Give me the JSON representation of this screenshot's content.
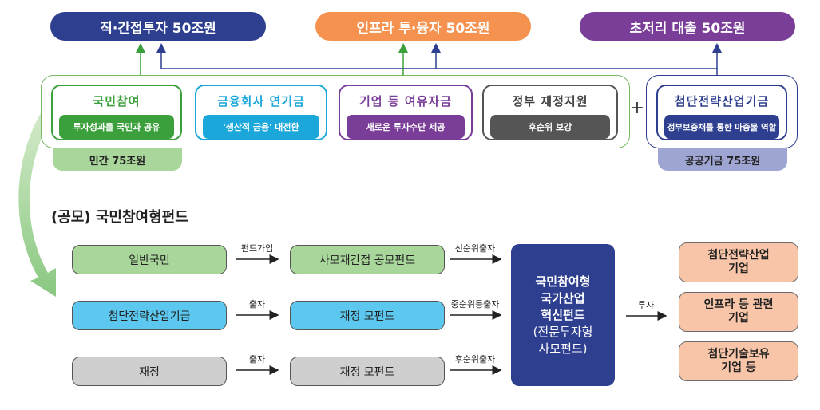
{
  "top": {
    "direct": "직·간접투자 50조원",
    "infra": "인프라 투·융자 50조원",
    "loan": "초저리 대출 50조원"
  },
  "groups": {
    "citizen": {
      "title": "국민참여",
      "sub": "투자성과를 국민과 공유"
    },
    "finance": {
      "title": "금융회사 연기금",
      "sub": "'생산적 금융' 대전환"
    },
    "corp": {
      "title": "기업 등 여유자금",
      "sub": "새로운 투자수단 제공"
    },
    "gov": {
      "title": "정부 재정지원",
      "sub": "후순위 보강"
    },
    "private_total": "민간 75조원",
    "plus": "+",
    "strategic": {
      "title": "첨단전략산업기금",
      "sub": "정부보증채를 통한 마중물 역할"
    },
    "public_total": "공공기금 75조원"
  },
  "section_title": "(공모) 국민참여형펀드",
  "flow": {
    "src1": "일반국민",
    "src2": "첨단전략산업기금",
    "src3": "재정",
    "arr1": "펀드가입",
    "arr2": "출자",
    "arr3": "출자",
    "mid1": "사모재간접 공모펀드",
    "mid2": "재정 모펀드",
    "mid3": "재정 모펀드",
    "tier1": "선순위출자",
    "tier2": "중순위등출자",
    "tier3": "후순위출자",
    "center": [
      "국민참여형",
      "국가산업",
      "혁신펀드",
      "(전문투자형",
      "사모펀드)"
    ],
    "invest": "투자",
    "out1": [
      "첨단전략산업",
      "기업"
    ],
    "out2": [
      "인프라 등 관련",
      "기업"
    ],
    "out3": [
      "첨단기술보유",
      "기업 등"
    ]
  },
  "colors": {
    "navy": "#2e3f8f",
    "orange": "#f5924f",
    "purple": "#7a3e98",
    "green": "#3ba03b",
    "cyan": "#1ba7d9",
    "gray": "#555555",
    "light_green": "#a9d69a",
    "light_blue": "#5cc8f0",
    "light_gray": "#cfcfcf",
    "lavender": "#9ea5d2"
  }
}
